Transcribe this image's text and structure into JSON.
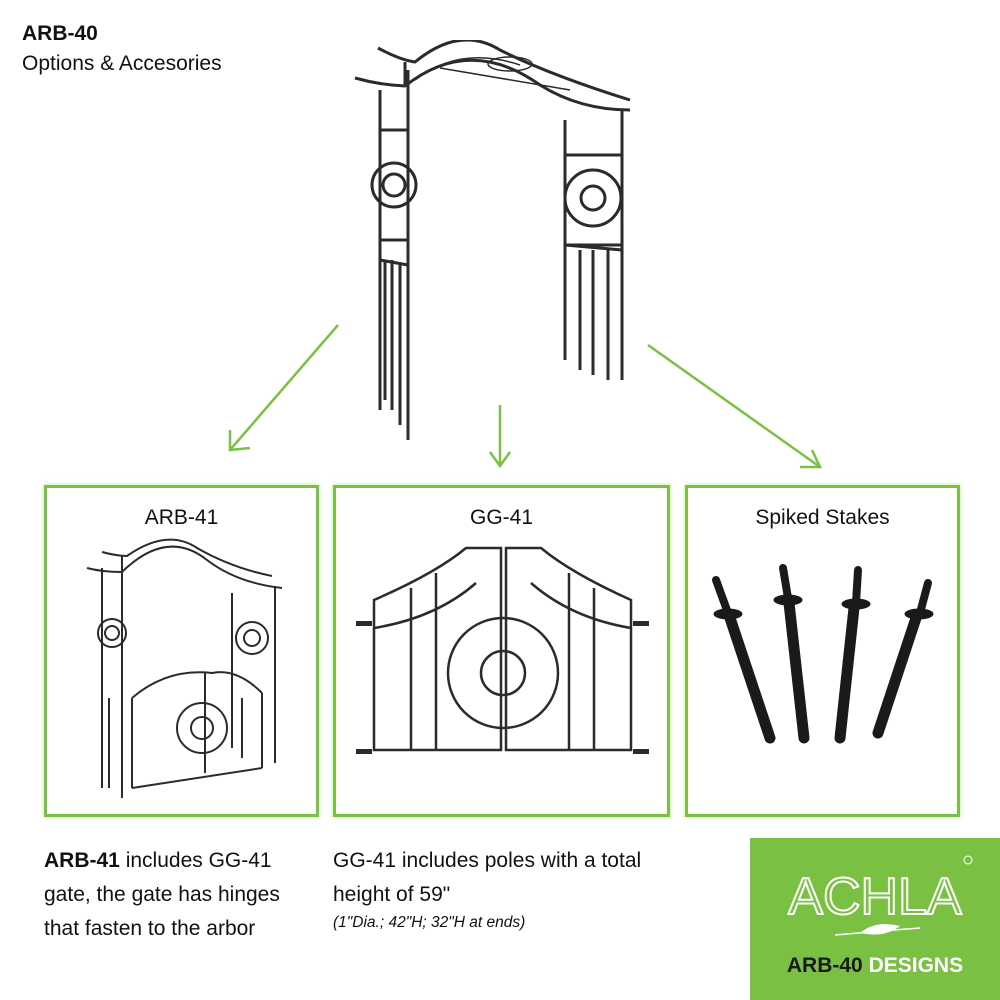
{
  "header": {
    "title": "ARB-40",
    "subtitle": "Options & Accesories"
  },
  "colors": {
    "accent_green": "#7ac143",
    "metal": "#2b2b2b"
  },
  "boxes": [
    {
      "title": "ARB-41"
    },
    {
      "title": "GG-41"
    },
    {
      "title": "Spiked Stakes"
    }
  ],
  "descriptions": {
    "arb41_bold": "ARB-41",
    "arb41_rest": " includes GG-41 gate, the gate has hinges that fasten to the arbor",
    "gg41_text": "GG-41 includes poles with a total height of 59\"",
    "gg41_note": "(1\"Dia.; 42\"H; 32\"H at ends)"
  },
  "logo": {
    "brand": "ACHLA",
    "product": "ARB-40",
    "designs": "DESIGNS"
  }
}
